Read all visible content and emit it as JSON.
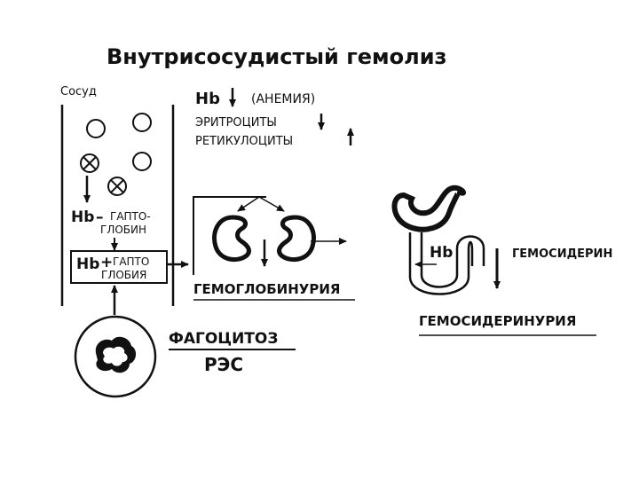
{
  "title": "Внутрисосудистый гемолиз",
  "vessel_label": "Сосуд",
  "hb_left_1": "Hb",
  "haptoglobin_minus_sign": "–",
  "haptoglobin_line1": "ГАПТО-",
  "haptoglobin_line2": "ГЛОБИН",
  "hb_left_2": "Hb",
  "haptoglobin_plus_sign": "+",
  "haptoglobin_plus_line1": "ГАПТО",
  "haptoglobin_plus_line2": "ГЛОБИЯ",
  "anemia_hb": "Hb",
  "anemia_label": "(АНЕМИЯ)",
  "erythrocytes": "ЭРИТРОЦИТЫ",
  "reticulocytes": "РЕТИКУЛОЦИТЫ",
  "hemoglobinuria": "ГЕМОГЛОБИНУРИЯ",
  "phagocytosis": "ФАГОЦИТОЗ",
  "res": "РЭС",
  "nephron_hb": "Hb",
  "hemosiderin": "ГЕМОСИДЕРИН",
  "hemosiderinuria": "ГЕМОСИДЕРИНУРИЯ",
  "colors": {
    "ink": "#111111",
    "background": "#ffffff"
  }
}
